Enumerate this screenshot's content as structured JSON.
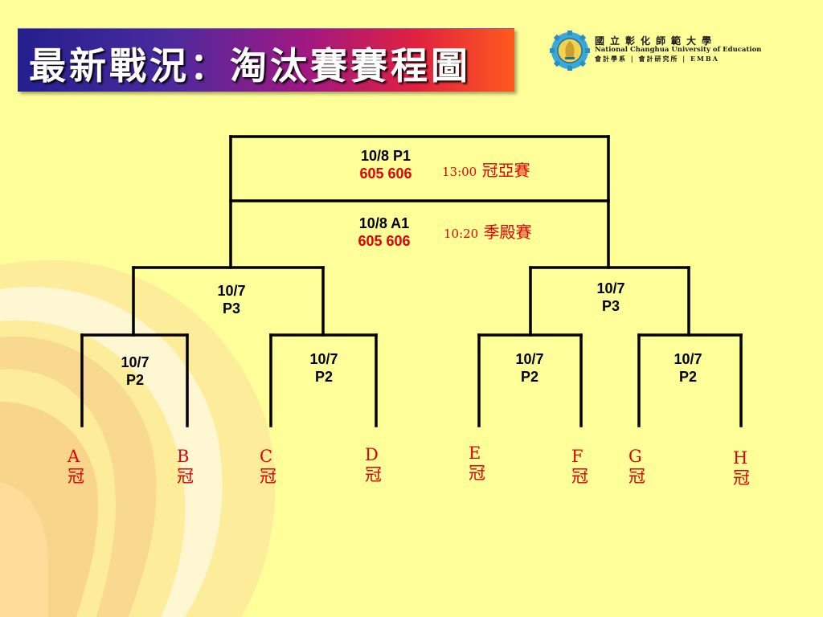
{
  "title": "最新戰況：淘汰賽賽程圖",
  "logo": {
    "cn": "國立彰化師範大學",
    "en": "National Changhua University of Education",
    "dept": "會計學系 | 會計研究所 | EMBA"
  },
  "colors": {
    "background": "#FFFF99",
    "score_red": "#E00000",
    "line": "#000000"
  },
  "final": {
    "match": "10/8  P1",
    "teams": "605 606",
    "time": "13:00",
    "label": "冠亞賽"
  },
  "third_place": {
    "match": "10/8  A1",
    "teams": "605 606",
    "time": "10:20",
    "label": "季殿賽"
  },
  "semis": [
    {
      "date": "10/7",
      "code": "P3"
    },
    {
      "date": "10/7",
      "code": "P3"
    }
  ],
  "quarters": [
    {
      "date": "10/7",
      "code": "P2"
    },
    {
      "date": "10/7",
      "code": "P2"
    },
    {
      "date": "10/7",
      "code": "P2"
    },
    {
      "date": "10/7",
      "code": "P2"
    }
  ],
  "teams": [
    {
      "letter": "A",
      "suffix": "冠"
    },
    {
      "letter": "B",
      "suffix": "冠"
    },
    {
      "letter": "C",
      "suffix": "冠"
    },
    {
      "letter": "D",
      "suffix": "冠"
    },
    {
      "letter": "E",
      "suffix": "冠"
    },
    {
      "letter": "F",
      "suffix": "冠"
    },
    {
      "letter": "G",
      "suffix": "冠"
    },
    {
      "letter": "H",
      "suffix": "冠"
    }
  ]
}
